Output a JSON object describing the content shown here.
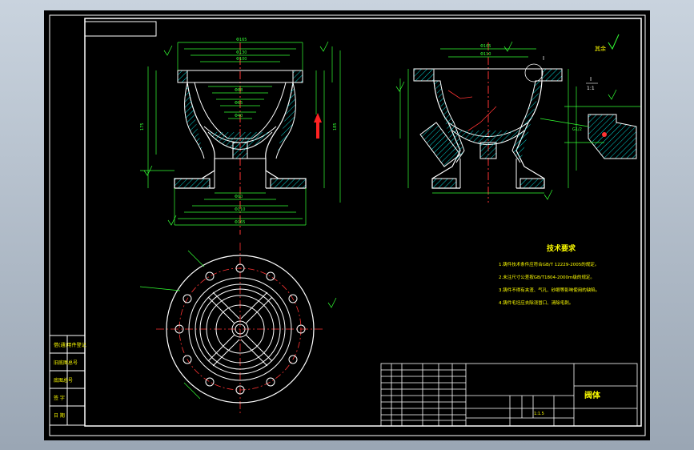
{
  "drawing": {
    "tech_req": {
      "title": "技术要求",
      "items": [
        "1.铸件技术条件应符合GB/T 12229-2005的规定。",
        "2.未注尺寸公差按GB/T1804-2000m级的规定。",
        "3.铸件不得有夹渣、气孔、砂眼等影响使用的缺陷。",
        "4.铸件毛坯应去除浇冒口、清除毛刺。"
      ]
    },
    "detail": {
      "label": "I",
      "scale": "1:1"
    },
    "roughness_note": "其余",
    "title_block": {
      "part_name": "阀体",
      "scale_value": "1:1.5"
    },
    "side_table": [
      "借(通)用件登记",
      "旧底图总号",
      "底图总号",
      "签 字",
      "日 期"
    ],
    "colors": {
      "frame": "#ffffff",
      "outline": "#ffffff",
      "dimension": "#33ff33",
      "center": "#ff3333",
      "note": "#ffff00",
      "arrow": "#ff2222"
    }
  }
}
